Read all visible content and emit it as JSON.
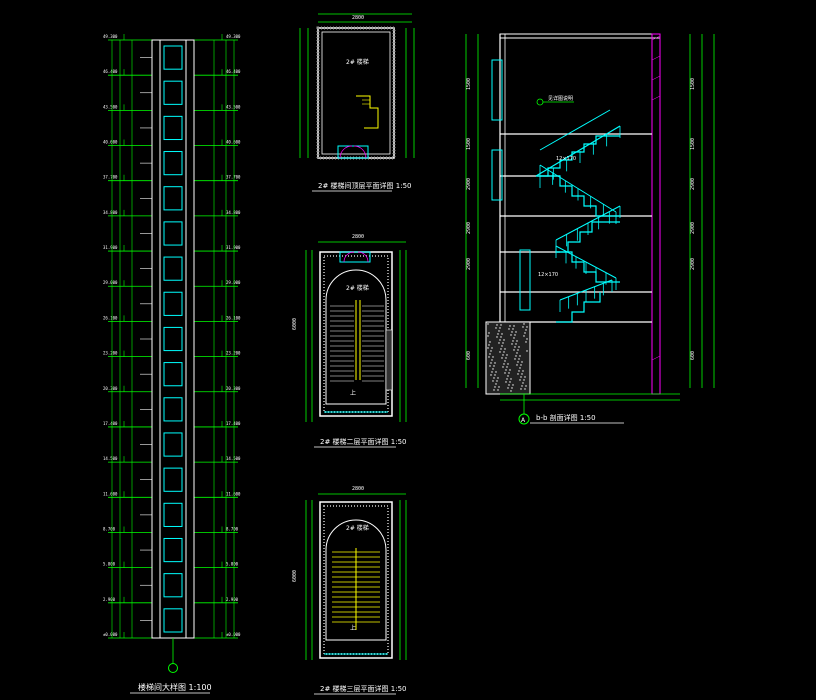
{
  "colors": {
    "background": "#000000",
    "dimension": "#00ff00",
    "wall": "#ffffff",
    "rail": "#00ffff",
    "stair": "#ffff00",
    "section": "#ff00ff",
    "glass": "#00ffff",
    "text": "#ffffff"
  },
  "titles": {
    "elevation": "楼梯间大样图 1:100",
    "plan_top": "2# 楼梯间顶层平面详图 1:50",
    "plan_mid": "2# 楼梯二层平面详图 1:50",
    "plan_bottom": "2# 楼梯三层平面详图 1:50",
    "section": "b-b 剖面详图 1:50"
  },
  "labels": {
    "room_top": "2# 楼梯",
    "room_mid": "2# 楼梯",
    "room_bottom": "2# 楼梯",
    "updown_mid": "上",
    "updown_bottom": "上",
    "axis_bubble": "A",
    "section_note": "见详图说明",
    "section_dim_a": "12×170",
    "section_dim_b": "12×170"
  },
  "elevation_levels": [
    "±0.000",
    "2.900",
    "5.800",
    "8.700",
    "11.600",
    "14.500",
    "17.400",
    "20.300",
    "23.200",
    "26.100",
    "29.000",
    "31.900",
    "34.800",
    "37.700",
    "40.600",
    "43.500",
    "46.400",
    "49.300"
  ],
  "plan_dims": {
    "top_width": "2800",
    "mid_width": "2800",
    "bottom_width": "2800",
    "mid_height": "6000",
    "bottom_height": "6000"
  },
  "section_dims": [
    "1500",
    "1500",
    "2900",
    "2900",
    "2900",
    "600"
  ]
}
